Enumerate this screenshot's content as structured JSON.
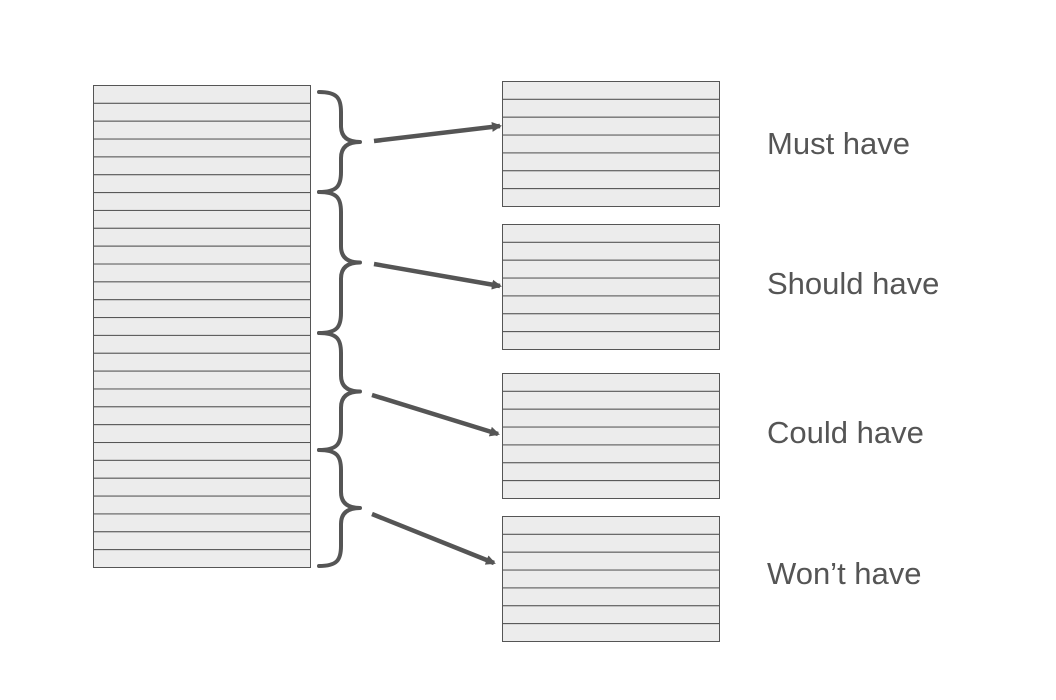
{
  "diagram": {
    "backlog_row_count": 27,
    "category_row_count": 7,
    "colors": {
      "row_fill": "#ececec",
      "row_stroke": "#555555",
      "connector": "#555555",
      "label_text": "#555555"
    },
    "categories": [
      {
        "label": "Must have"
      },
      {
        "label": "Should have"
      },
      {
        "label": "Could have"
      },
      {
        "label": "Won’t have"
      }
    ]
  }
}
